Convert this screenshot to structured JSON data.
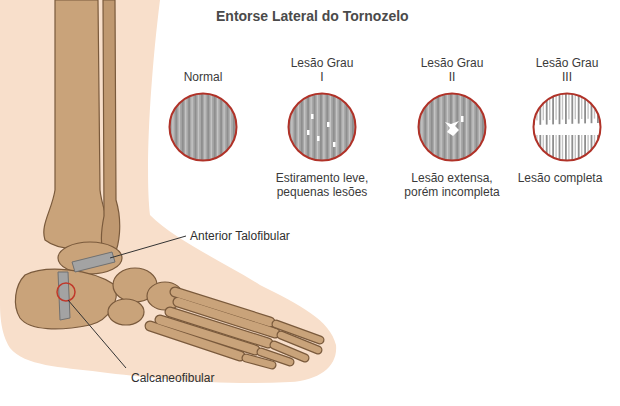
{
  "diagram": {
    "title": "Entorse Lateral do Tornozelo",
    "nodes": [
      {
        "text": [
          "Normal"
        ]
      },
      {
        "text": [
          "Lesão Grau I",
          "Estiramento leve, pequenas lesões"
        ]
      },
      {
        "text": [
          "Lesão Grau II",
          "Lesão extensa, porém incompleta"
        ]
      },
      {
        "text": [
          "Lesão Grau III",
          "Lesão completa"
        ]
      }
    ],
    "labels": [
      "Anterior Talofibular",
      "Calcaneofibular"
    ]
  }
}
